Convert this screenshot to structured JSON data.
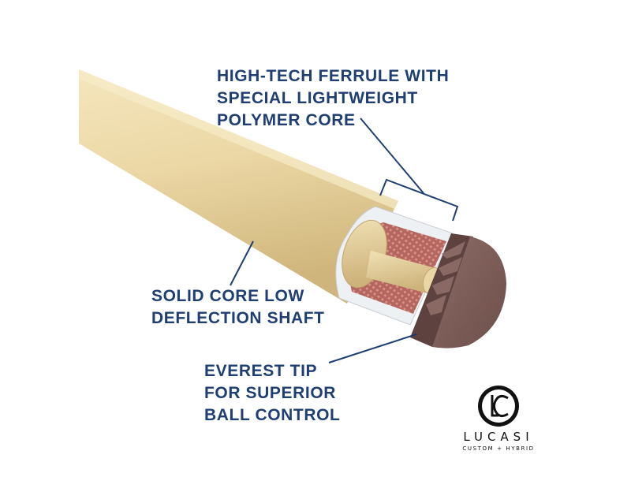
{
  "callouts": {
    "ferrule": {
      "lines": [
        "HIGH-TECH FERRULE WITH",
        "SPECIAL LIGHTWEIGHT",
        "POLYMER CORE"
      ]
    },
    "shaft": {
      "lines": [
        "SOLID CORE LOW",
        "DEFLECTION SHAFT"
      ]
    },
    "tip": {
      "lines": [
        "EVEREST TIP",
        "FOR SUPERIOR",
        "BALL CONTROL"
      ]
    }
  },
  "brand": {
    "monogram": "LC",
    "name": "LUCASI",
    "tagline": "CUSTOM + HYBRID"
  },
  "colors": {
    "text": "#1f3f73",
    "shaft": "#ecd9a7",
    "tip": "#7a5a55",
    "core": "#b86d63"
  }
}
